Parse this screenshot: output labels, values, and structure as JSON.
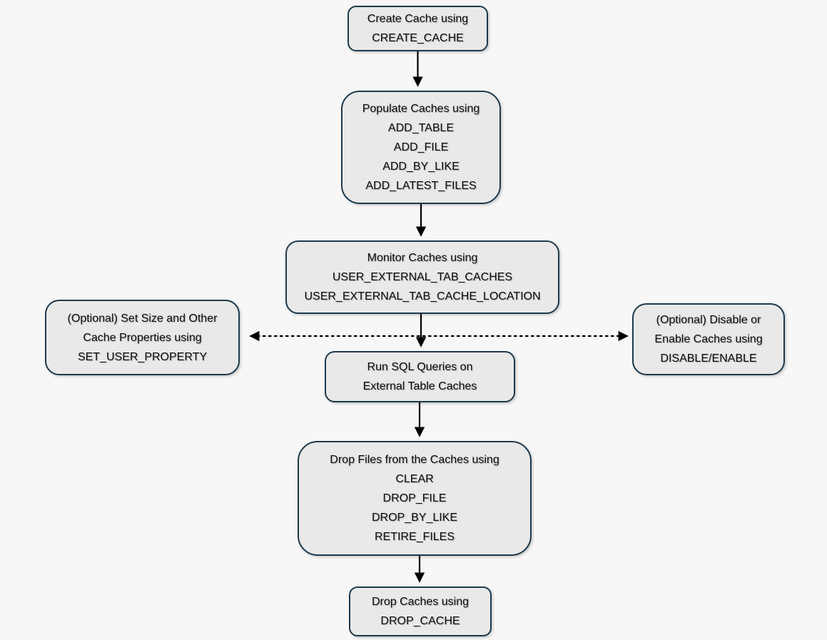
{
  "diagram": {
    "colors": {
      "background": "#f7f7f8",
      "node_fill": "#e9e9e9",
      "node_border": "#1e3a4c",
      "arrow": "#000000",
      "text": "#0d0d0d"
    },
    "nodes": {
      "create": {
        "lines": [
          "Create Cache using",
          "CREATE_CACHE"
        ]
      },
      "populate": {
        "lines": [
          "Populate Caches using",
          "ADD_TABLE",
          "ADD_FILE",
          "ADD_BY_LIKE",
          "ADD_LATEST_FILES"
        ]
      },
      "monitor": {
        "lines": [
          "Monitor Caches using",
          "USER_EXTERNAL_TAB_CACHES",
          "USER_EXTERNAL_TAB_CACHE_LOCATION"
        ]
      },
      "set_properties": {
        "lines": [
          "(Optional) Set Size and Other",
          "Cache Properties using",
          "SET_USER_PROPERTY"
        ]
      },
      "disable_enable": {
        "lines": [
          "(Optional) Disable or",
          "Enable Caches using",
          "DISABLE/ENABLE"
        ]
      },
      "run_queries": {
        "lines": [
          "Run SQL Queries on",
          "External Table Caches"
        ]
      },
      "drop_files": {
        "lines": [
          "Drop Files from the Caches using",
          "CLEAR",
          "DROP_FILE",
          "DROP_BY_LIKE",
          "RETIRE_FILES"
        ]
      },
      "drop_cache": {
        "lines": [
          "Drop Caches using",
          "DROP_CACHE"
        ]
      }
    },
    "edges": [
      {
        "from": "create",
        "to": "populate",
        "style": "solid"
      },
      {
        "from": "populate",
        "to": "monitor",
        "style": "solid"
      },
      {
        "from": "monitor",
        "to": "run_queries",
        "style": "solid"
      },
      {
        "from": "run_queries",
        "to": "drop_files",
        "style": "solid"
      },
      {
        "from": "drop_files",
        "to": "drop_cache",
        "style": "solid"
      },
      {
        "from": "flow",
        "to": "set_properties",
        "style": "dashed"
      },
      {
        "from": "flow",
        "to": "disable_enable",
        "style": "dashed"
      }
    ]
  }
}
